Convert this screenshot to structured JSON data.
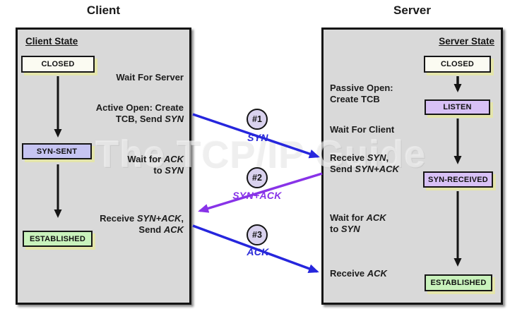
{
  "watermark": "The TCP/IP Guide",
  "client": {
    "title": "Client",
    "state_header": "Client State",
    "states": {
      "closed": "CLOSED",
      "syn_sent": "SYN-SENT",
      "established": "ESTABLISHED"
    },
    "notes": {
      "wait_server": "Wait For Server",
      "active_open_l1": "Active Open: Create",
      "active_open_l2a": "TCB, Send ",
      "active_open_l2b": "SYN",
      "wait_ack_l1a": "Wait for ",
      "wait_ack_l1b": "ACK",
      "wait_ack_l2a": "to ",
      "wait_ack_l2b": "SYN",
      "receive_l1a": "Receive ",
      "receive_l1b": "SYN+ACK",
      "receive_l1c": ",",
      "receive_l2a": "Send ",
      "receive_l2b": "ACK"
    }
  },
  "server": {
    "title": "Server",
    "state_header": "Server State",
    "states": {
      "closed": "CLOSED",
      "listen": "LISTEN",
      "syn_received": "SYN-RECEIVED",
      "established": "ESTABLISHED"
    },
    "notes": {
      "passive_open_l1": "Passive Open:",
      "passive_open_l2": "Create TCB",
      "wait_client": "Wait For Client",
      "receive_syn_l1a": "Receive ",
      "receive_syn_l1b": "SYN",
      "receive_syn_l1c": ",",
      "receive_syn_l2a": "Send ",
      "receive_syn_l2b": "SYN+ACK",
      "wait_ack_l1a": "Wait for ",
      "wait_ack_l1b": "ACK",
      "wait_ack_l2a": "to ",
      "wait_ack_l2b": "SYN",
      "receive_ack_a": "Receive ",
      "receive_ack_b": "ACK"
    }
  },
  "messages": {
    "msg1": {
      "number": "#1",
      "label": "SYN"
    },
    "msg2": {
      "number": "#2",
      "label": "SYN+ACK"
    },
    "msg3": {
      "number": "#3",
      "label": "ACK"
    }
  },
  "colors": {
    "ink": "#141414",
    "box_fill": "#d9d9d9",
    "state_closed": "#fbfbf2",
    "state_syn_sent": "#c6c4f2",
    "state_listen": "#d8c1f6",
    "state_syn_received": "#d8c1f6",
    "state_established": "#c9f2bc",
    "state_shadow": "#e4e5ab",
    "circle_fill": "#d9d2ee",
    "arrow_blue": "#2626dd",
    "arrow_purple": "#8833e8",
    "label_blue": "#2a2ad8"
  }
}
